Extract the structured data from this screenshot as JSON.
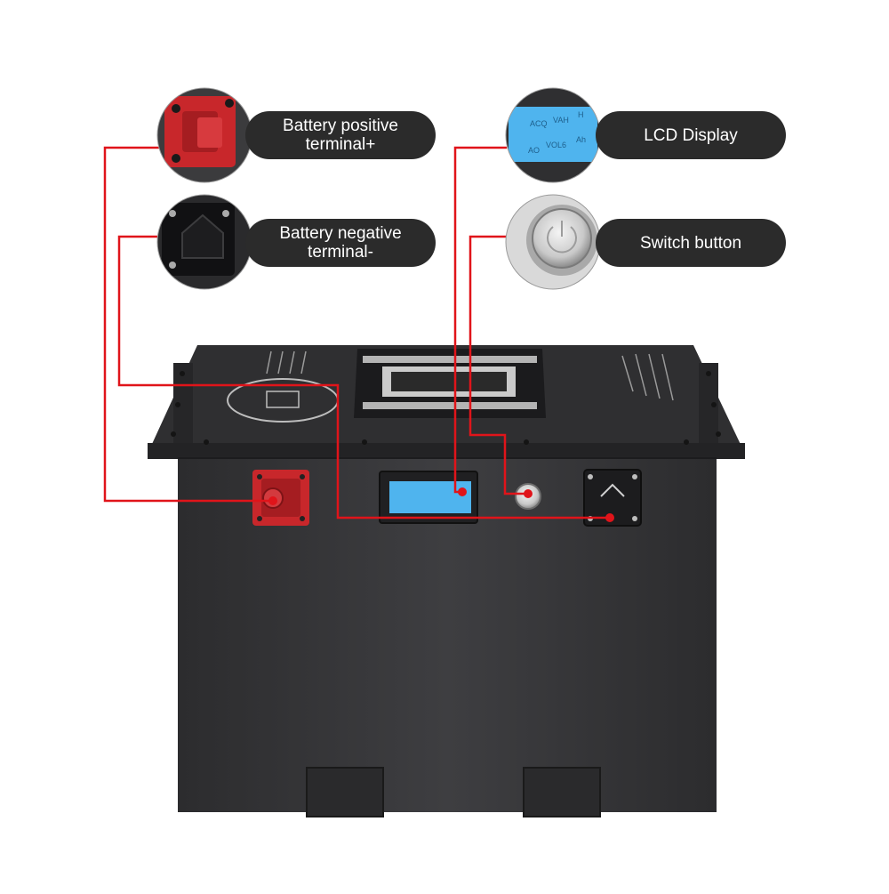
{
  "callouts": {
    "positive": {
      "line1": "Battery positive",
      "line2": "terminal+"
    },
    "negative": {
      "line1": "Battery negative",
      "line2": "terminal-"
    },
    "lcd": {
      "label": "LCD Display"
    },
    "switch": {
      "label": "Switch button"
    }
  },
  "lcd_inset": {
    "row1": [
      "ACQ",
      "VAH",
      "H"
    ],
    "row2": [
      "AO",
      "VOL6",
      "Ah"
    ]
  },
  "colors": {
    "leader_line": "#e0141a",
    "battery_body": "#3a3a3c",
    "battery_lid": "#2f2f31",
    "pill_bg": "#2b2b2b",
    "positive_terminal": "#c8272b",
    "lcd_screen": "#4fb4ee",
    "text": "#ffffff"
  },
  "icons": [
    "positive-terminal-icon",
    "negative-terminal-icon",
    "lcd-screen-icon",
    "power-switch-icon",
    "handle-icon",
    "brand-logo-icon"
  ]
}
